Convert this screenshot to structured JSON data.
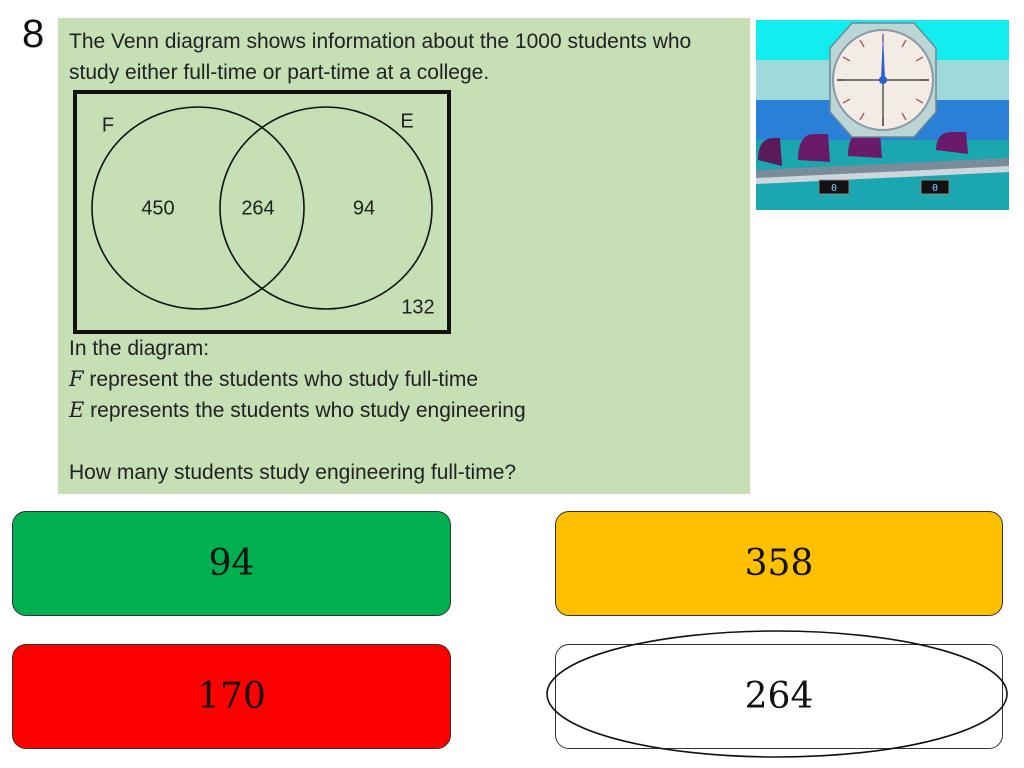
{
  "question_number": "8",
  "question": {
    "intro": "The Venn diagram shows information about the 1000 students who study either full-time or part-time at a college.",
    "venn": {
      "set_f_label": "F",
      "set_e_label": "E",
      "f_only": "450",
      "both": "264",
      "e_only": "94",
      "outside": "132"
    },
    "notes_heading": "In the diagram:",
    "note_f_symbol": "F",
    "note_f_text": " represent the students who study full-time",
    "note_e_symbol": "E",
    "note_e_text": " represents the students who study engineering",
    "prompt": "How many students study engineering full-time?"
  },
  "answers": {
    "a": "94",
    "b": "358",
    "c": "170",
    "d": "264"
  },
  "scoreboard": {
    "left_score": "0",
    "right_score": "0"
  },
  "colors": {
    "panel": "#c6dfb5",
    "answer_a": "#00b050",
    "answer_b": "#ffc000",
    "answer_c": "#ff0000",
    "answer_d": "#ffffff"
  }
}
